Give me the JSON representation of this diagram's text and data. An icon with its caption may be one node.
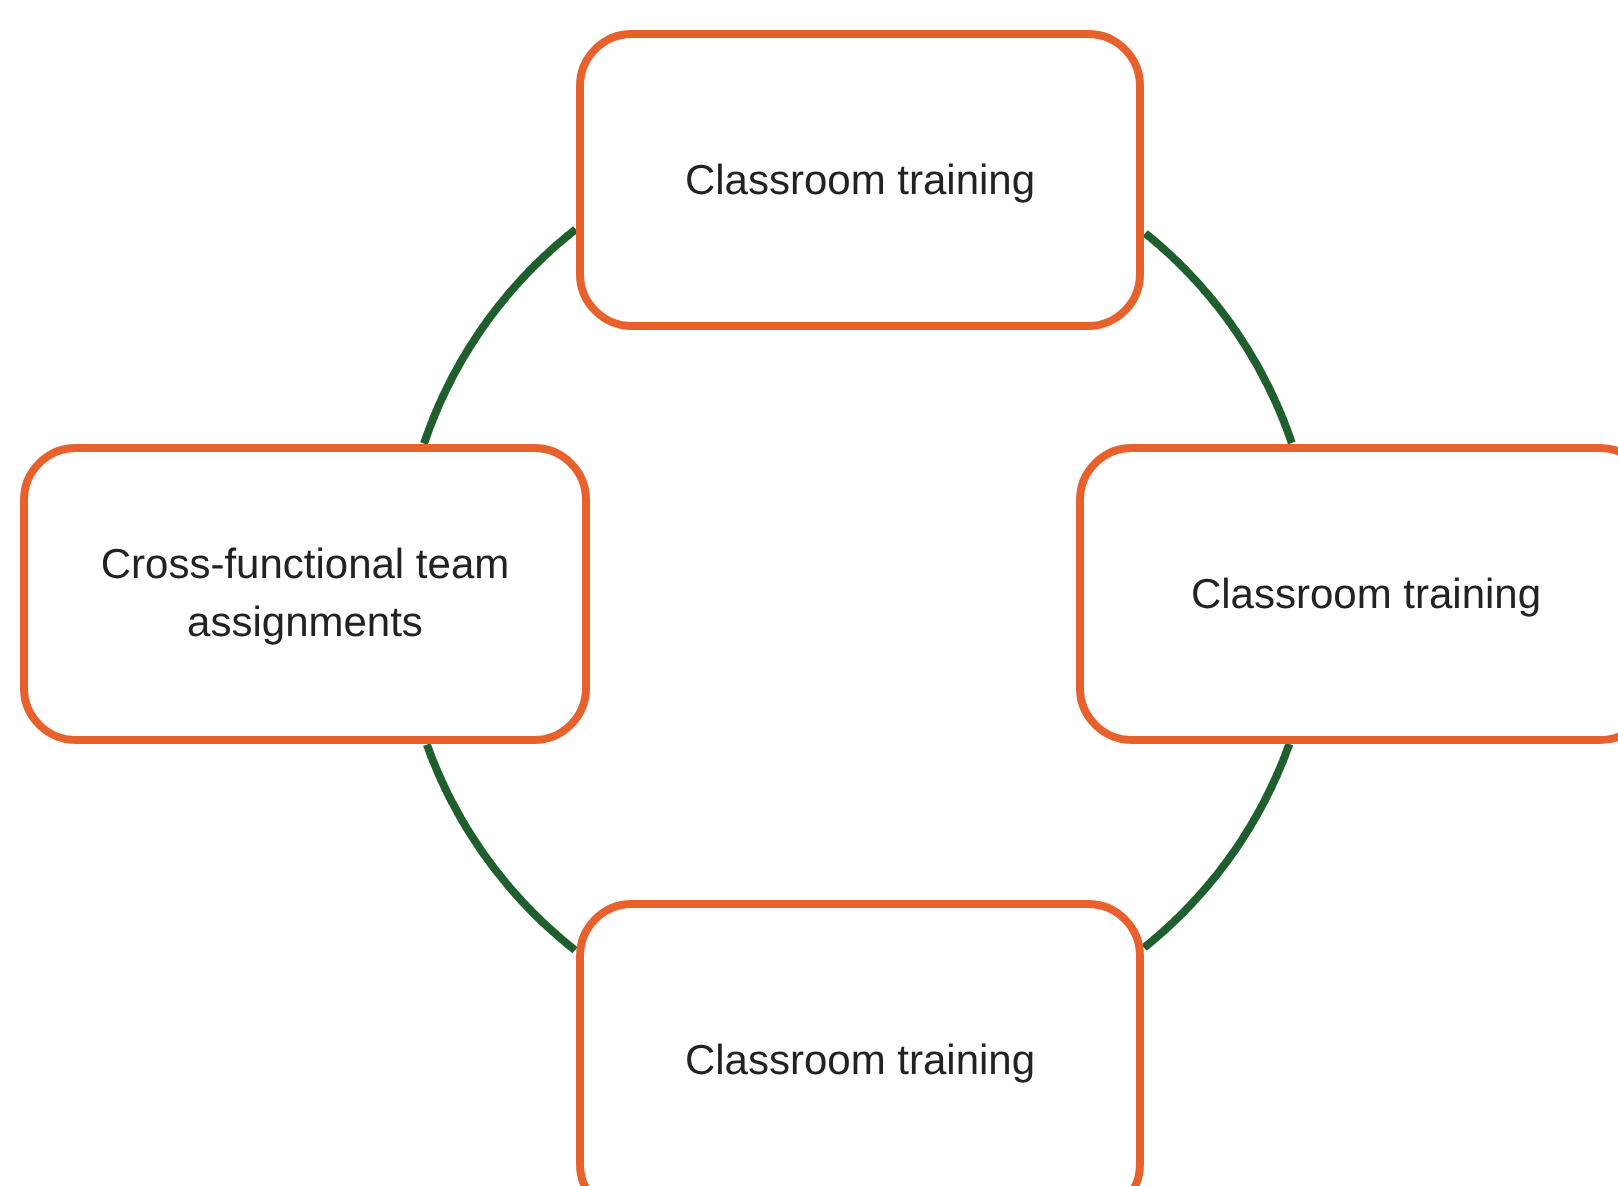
{
  "diagram": {
    "nodes": [
      {
        "text": [
          "Classroom training"
        ]
      },
      {
        "text": [
          "Classroom training"
        ]
      },
      {
        "text": [
          "Classroom training"
        ]
      },
      {
        "text": [
          "Cross-functional team assignments"
        ]
      }
    ],
    "edges": [
      {
        "from": 0,
        "to": 1,
        "arrow": "none"
      },
      {
        "from": 1,
        "to": 2,
        "arrow": "none"
      },
      {
        "from": 2,
        "to": 3,
        "arrow": "none"
      },
      {
        "from": 3,
        "to": 0,
        "arrow": "none"
      }
    ]
  }
}
